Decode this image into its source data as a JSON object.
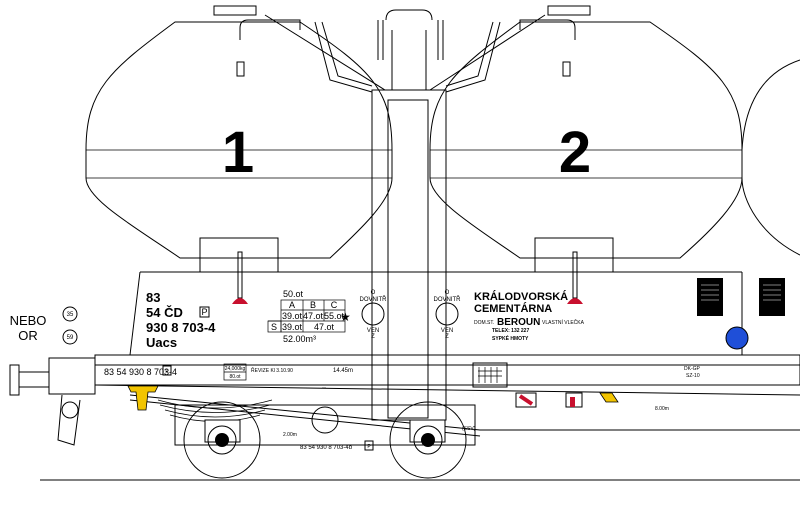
{
  "compartments": {
    "left": "1",
    "right": "2"
  },
  "nebo": {
    "line1": "NEBO",
    "line2": "OR"
  },
  "circles_left": {
    "top": "35",
    "bottom": "59"
  },
  "wagon": {
    "line1": "83",
    "line2": "54 ČD",
    "line2_box": "P",
    "line3": "930 8 703-4",
    "line4": "Uacs"
  },
  "load_table": {
    "top": "50.ot",
    "headers": [
      "A",
      "B",
      "C"
    ],
    "row1": [
      "39.ot",
      "47.ot",
      "55.ot"
    ],
    "row2_label": "S",
    "row2": [
      "39.ot",
      "47.ot"
    ],
    "star": "★",
    "volume": "52.00m³"
  },
  "valve_left": {
    "top1": "O",
    "top2": "DOVNITŘ",
    "bot1": "VEN",
    "bot2": "Z"
  },
  "valve_right": {
    "top1": "O",
    "top2": "DOVNITŘ",
    "bot1": "VEN",
    "bot2": "Z"
  },
  "owner": {
    "line1": "KRÁLODVORSKÁ",
    "line2": "CEMENTÁRNA",
    "dom_label": "DOM.ST.",
    "city": "BEROUN",
    "owner_label": "VLASTNÍ VLEČKA",
    "telex": "TELEX:   132  227",
    "goods": "SYPKÉ  HMOTY"
  },
  "frame": {
    "number": "83 54 930 8 703-4",
    "number_box": "P",
    "weight_top": "24,000kg",
    "weight_bot": "80.ot",
    "rev_note": "ŘEVIZE Kl 3.10.90",
    "length": "14.45m",
    "bogie_dist": "2.00m",
    "bottom_number": "83 54 930 8 703-4b",
    "bottom_box": "P",
    "ssv": "(SSV)",
    "dist_right": "8.00m",
    "dk_top": "DK-GP",
    "dk_bot": "SZ-10"
  },
  "colors": {
    "red": "#c8102e",
    "yellow": "#f2c400",
    "blue": "#1f4fd8",
    "black": "#000000"
  }
}
